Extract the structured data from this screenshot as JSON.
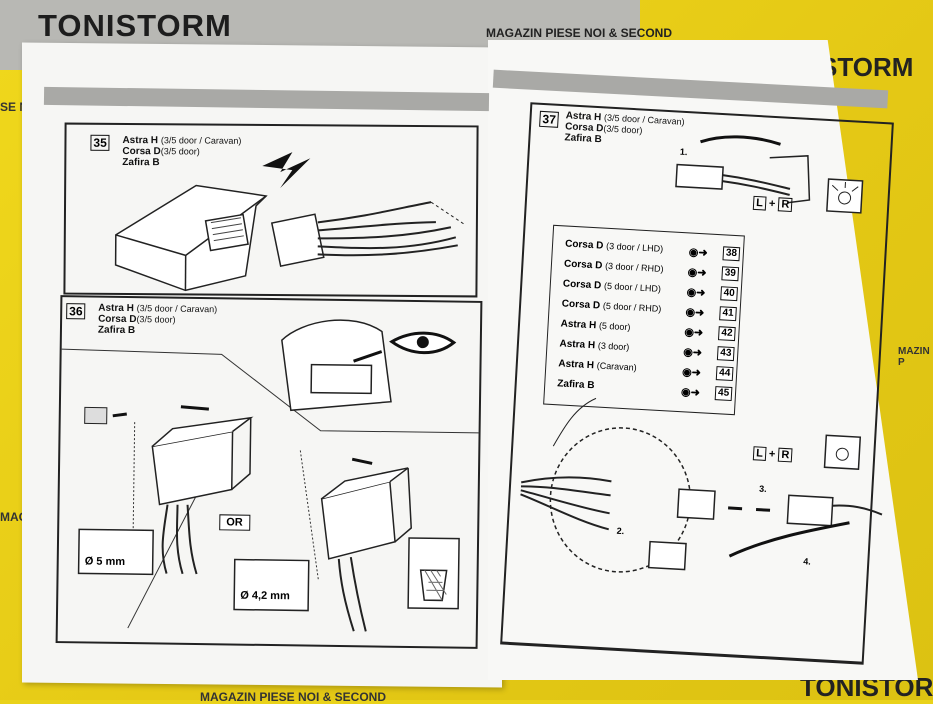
{
  "watermark": {
    "brand": "TONISTORM",
    "shop_top": "MAGAZIN PIESE NOI & SECOND",
    "brand_right": "STORM",
    "shop_bottom": "MAGAZIN PIESE NOI & SECOND",
    "brand_bottom_right": "TONISTORM",
    "left_fragment_top": "SE NOI",
    "left_fragment_bottom": "MAG",
    "right_fragment": "MAZIN P"
  },
  "panel35": {
    "number": "35",
    "models": [
      {
        "name": "Astra H",
        "variant": "(3/5 door / Caravan)"
      },
      {
        "name": "Corsa D",
        "variant": "(3/5 door)"
      },
      {
        "name": "Zafira B",
        "variant": ""
      }
    ]
  },
  "panel36": {
    "number": "36",
    "models": [
      {
        "name": "Astra H",
        "variant": "(3/5 door / Caravan)"
      },
      {
        "name": "Corsa D",
        "variant": "(3/5 door)"
      },
      {
        "name": "Zafira B",
        "variant": ""
      }
    ],
    "or_label": "OR",
    "drill_a": "Ø 5 mm",
    "drill_b": "Ø 4,2 mm"
  },
  "panel37": {
    "number": "37",
    "models": [
      {
        "name": "Astra H",
        "variant": "(3/5 door / Caravan)"
      },
      {
        "name": "Corsa D",
        "variant": "(3/5 door)"
      },
      {
        "name": "Zafira B",
        "variant": ""
      }
    ],
    "step1": "1.",
    "step2": "2.",
    "step3": "3.",
    "step4": "4.",
    "lr_left": "L",
    "lr_plus": "+",
    "lr_right": "R",
    "table": [
      {
        "model": "Corsa D",
        "variant": "(3 door / LHD)",
        "ref": "38"
      },
      {
        "model": "Corsa D",
        "variant": "(3 door / RHD)",
        "ref": "39"
      },
      {
        "model": "Corsa D",
        "variant": "(5 door / LHD)",
        "ref": "40"
      },
      {
        "model": "Corsa D",
        "variant": "(5 door / RHD)",
        "ref": "41"
      },
      {
        "model": "Astra H",
        "variant": "(5 door)",
        "ref": "42"
      },
      {
        "model": "Astra H",
        "variant": "(3 door)",
        "ref": "43"
      },
      {
        "model": "Astra H",
        "variant": "(Caravan)",
        "ref": "44"
      },
      {
        "model": "Zafira B",
        "variant": "",
        "ref": "45"
      }
    ]
  }
}
